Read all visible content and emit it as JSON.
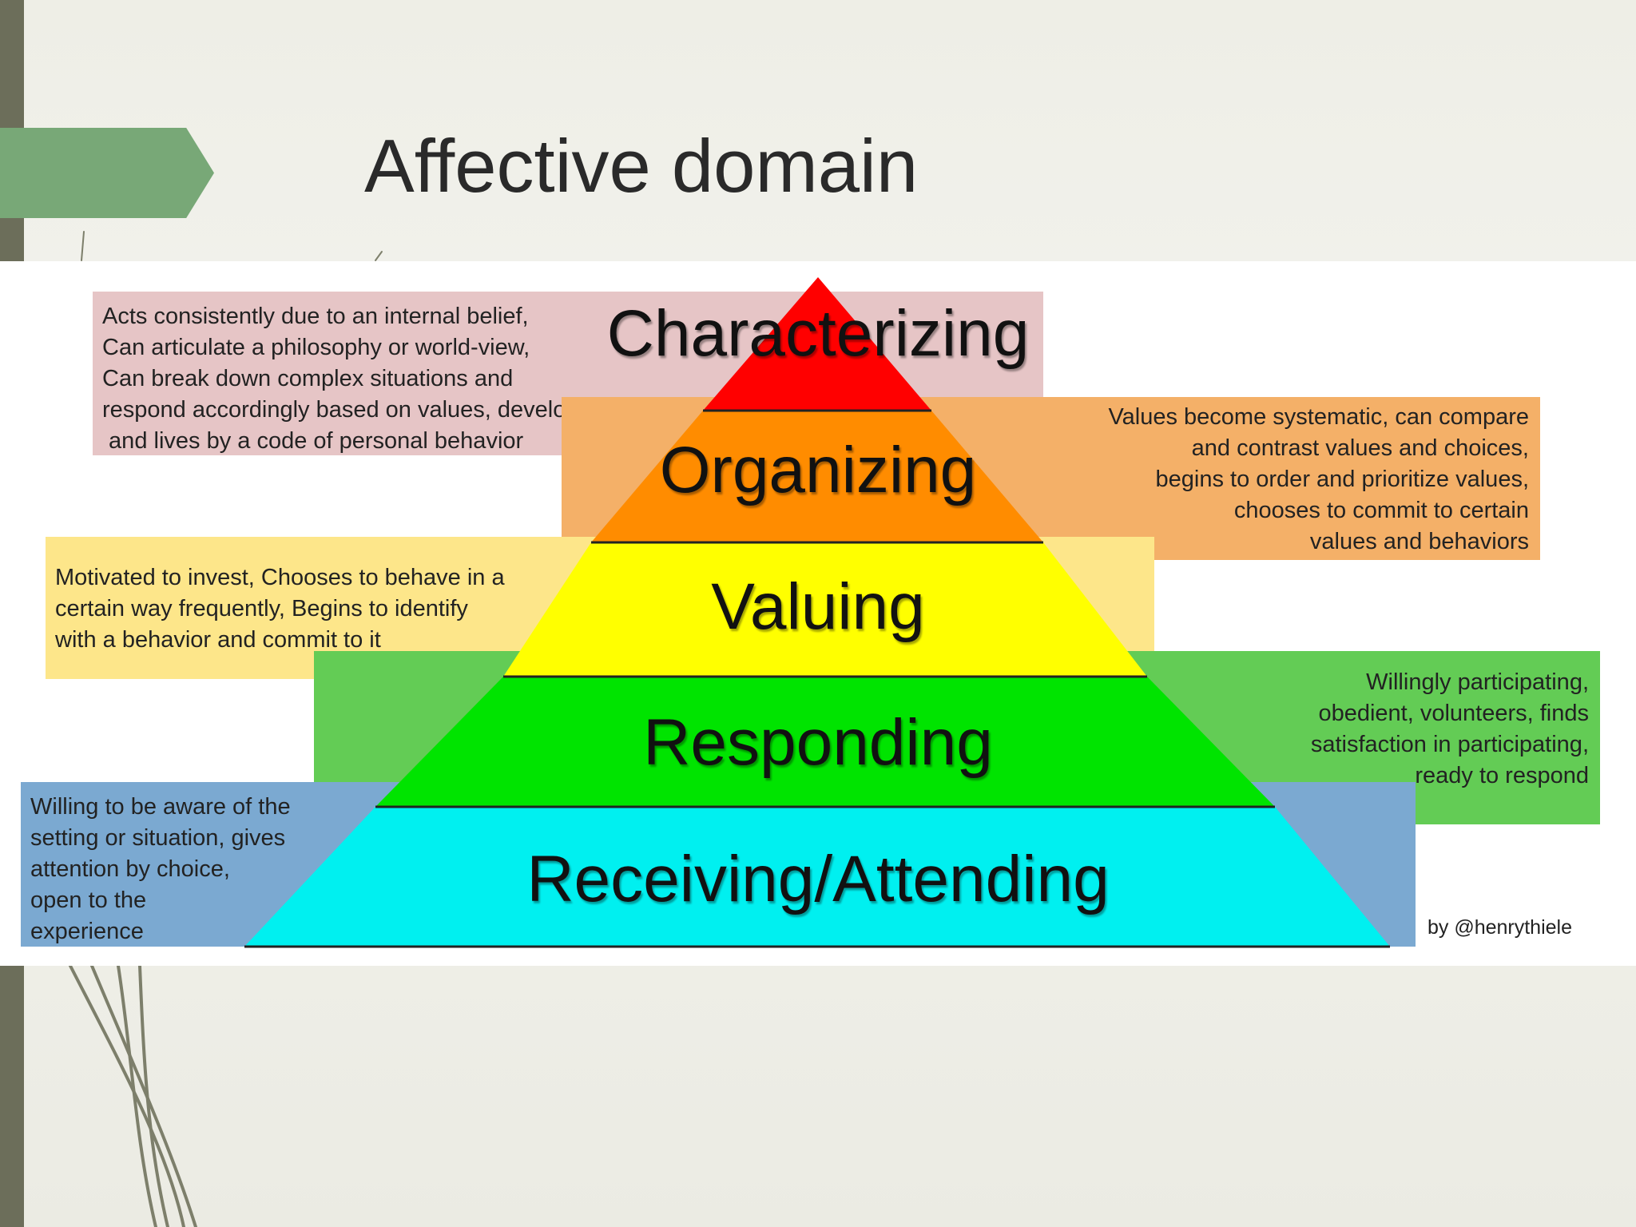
{
  "slide": {
    "title": "Affective domain"
  },
  "colors": {
    "accent_tab": "#78a877",
    "stripe": "#6c6e5a"
  },
  "pyramid": {
    "levels": [
      {
        "id": "characterizing",
        "label": "Characterizing",
        "color": "#ff0000",
        "box_color": "#e6c5c6",
        "description": [
          "Acts consistently due to an internal belief,",
          "Can articulate a philosophy or world-view,",
          "Can break down complex situations and",
          "respond accordingly based on values, develops",
          " and lives by a code of personal behavior"
        ]
      },
      {
        "id": "organizing",
        "label": "Organizing",
        "color": "#ff8c00",
        "box_color": "#f4b068",
        "description": [
          "Values become systematic, can compare",
          "and contrast values and choices,",
          "begins to order and prioritize values,",
          "chooses to commit to certain",
          "values and behaviors"
        ]
      },
      {
        "id": "valuing",
        "label": "Valuing",
        "color": "#ffff00",
        "box_color": "#fde68a",
        "description": [
          "Motivated to invest, Chooses to behave in a",
          "certain way frequently, Begins to identify",
          "with a behavior and commit to it"
        ]
      },
      {
        "id": "responding",
        "label": "Responding",
        "color": "#00e400",
        "box_color": "#63cc55",
        "description": [
          "Willingly participating,",
          "obedient, volunteers, finds",
          "satisfaction in participating,",
          "ready to respond"
        ]
      },
      {
        "id": "receiving",
        "label": "Receiving/Attending",
        "color": "#00f0f0",
        "box_color": "#7ba9d1",
        "description": [
          "Willing to be aware of the",
          "setting or situation, gives",
          "attention by choice,",
          "open to the",
          "experience"
        ]
      }
    ]
  },
  "credit": "by @henrythiele"
}
